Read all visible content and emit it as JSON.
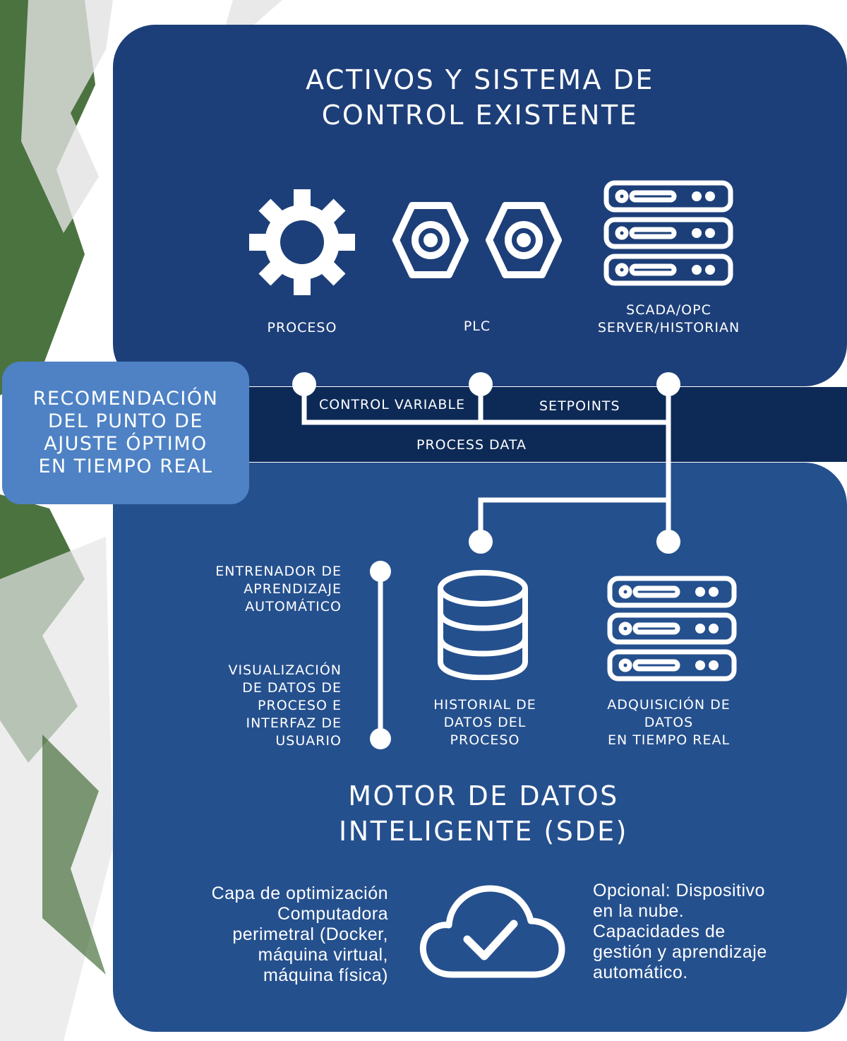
{
  "top_section": {
    "title": "ACTIVOS Y SISTEMA DE\nCONTROL EXISTENTE",
    "items": [
      {
        "label": "PROCESO",
        "icon": "gear-icon"
      },
      {
        "label": "PLC",
        "icon": "hex-nut-icon"
      },
      {
        "label": "SCADA/OPC\nSERVER/HISTORIAN",
        "icon": "server-rack-icon"
      }
    ]
  },
  "recommendation": "RECOMENDACIÓN\nDEL PUNTO DE\nAJUSTE ÓPTIMO\nEN TIEMPO REAL",
  "connections": {
    "control_variable": "CONTROL VARIABLE",
    "setpoints": "SETPOINTS",
    "process_data": "PROCESS DATA"
  },
  "engine": {
    "left_labels": [
      "ENTRENADOR DE\nAPRENDIZAJE\nAUTOMÁTICO",
      "VISUALIZACIÓN\nDE DATOS DE\nPROCESO E\nINTERFAZ DE\nUSUARIO"
    ],
    "items": [
      {
        "label": "HISTORIAL DE\nDATOS DEL\nPROCESO",
        "icon": "database-icon"
      },
      {
        "label": "ADQUISICIÓN DE\nDATOS\nEN TIEMPO REAL",
        "icon": "server-rack-icon"
      }
    ],
    "title": "MOTOR DE DATOS\nINTELIGENTE (SDE)"
  },
  "footer": {
    "left_text": "Capa de optimización\nComputadora\nperimetral (Docker,\nmáquina virtual,\nmáquina física)",
    "right_text": "Opcional: Dispositivo\nen la nube.\nCapacidades de\ngestión y aprendizaje\nautomático.",
    "icon": "cloud-check-icon"
  },
  "colors": {
    "top_panel": "#1d3f79",
    "band": "#0d2a57",
    "bottom_panel": "#25508e",
    "recommendation_box": "#4e82c5",
    "background_deco": "#2c5a1e"
  }
}
